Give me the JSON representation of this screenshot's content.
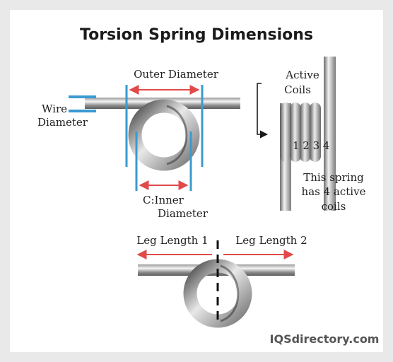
{
  "title": "Torsion Spring Dimensions",
  "labels": {
    "outer_diameter": "Outer Diameter",
    "wire_line1": "Wire",
    "wire_line2": "Diameter",
    "inner_line1": "C:Inner",
    "inner_line2": "Diameter",
    "active_line1": "Active",
    "active_line2": "Coils",
    "coil_numbers": "1 2 3 4",
    "note_line1": "This spring",
    "note_line2": "has 4 active",
    "note_line3": "coils",
    "leg_length_1": "Leg Length 1",
    "leg_length_2": "Leg Length 2"
  },
  "brand": "IQSdirectory.com",
  "colors": {
    "dimension_line": "#3a9ad1",
    "arrow": "#e24a4a",
    "ink": "#1a1a1a"
  }
}
